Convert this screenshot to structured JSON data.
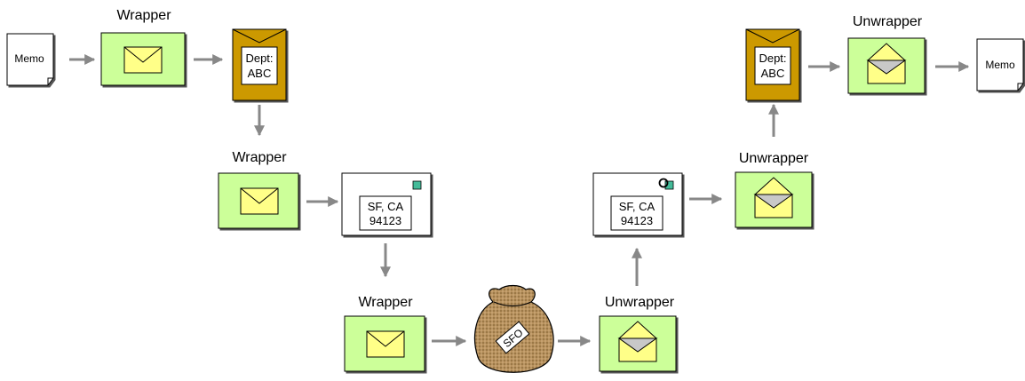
{
  "labels": {
    "wrapper_1": "Wrapper",
    "wrapper_2": "Wrapper",
    "wrapper_3": "Wrapper",
    "unwrapper_1": "Unwrapper",
    "unwrapper_2": "Unwrapper",
    "unwrapper_3": "Unwrapper"
  },
  "documents": {
    "memo_in": "Memo",
    "memo_out": "Memo"
  },
  "dept_envelopes": {
    "outbound": [
      "Dept:",
      "ABC"
    ],
    "inbound": [
      "Dept:",
      "ABC"
    ]
  },
  "address_envelopes": {
    "outbound": [
      "SF, CA",
      "94123"
    ],
    "inbound": [
      "SF, CA",
      "94123"
    ]
  },
  "mailbag": {
    "label": "SFO"
  },
  "colors": {
    "component_fill": "#ccff99",
    "envelope_fill": "#ffff88",
    "dept_envelope_fill": "#cc9900",
    "arrow": "#888888",
    "stamp": "#44bb99",
    "sack": "#b08a5a"
  }
}
